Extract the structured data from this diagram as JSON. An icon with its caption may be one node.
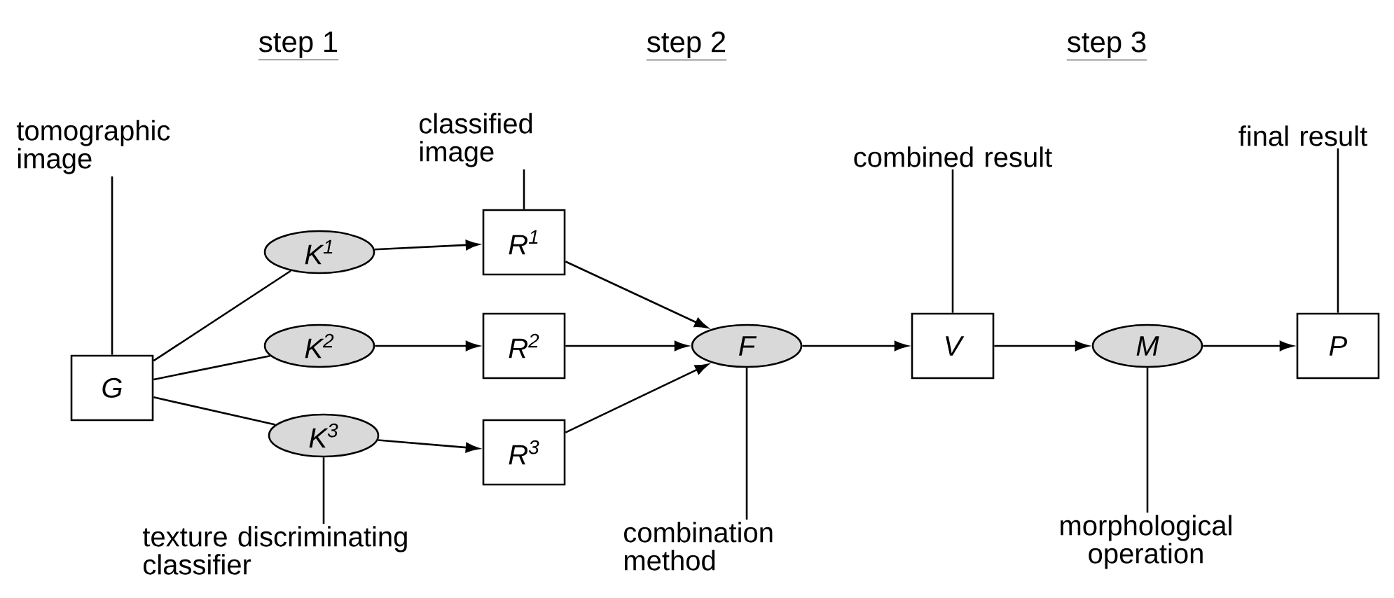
{
  "diagram": {
    "nodes": [
      {
        "text": [
          "G"
        ]
      },
      {
        "text": [
          "K$^{1}$"
        ]
      },
      {
        "text": [
          "K$^{2}$"
        ]
      },
      {
        "text": [
          "K$^{3}$"
        ]
      },
      {
        "text": [
          "R$^{1}$"
        ]
      },
      {
        "text": [
          "R$^{2}$"
        ]
      },
      {
        "text": [
          "R$^{3}$"
        ]
      },
      {
        "text": [
          "F"
        ]
      },
      {
        "text": [
          "V"
        ]
      },
      {
        "text": [
          "M"
        ]
      },
      {
        "text": [
          "P"
        ]
      },
      {
        "text": [
          "tomographic image"
        ]
      },
      {
        "text": [
          "classified image"
        ]
      },
      {
        "text": [
          "texture discriminating classifier"
        ]
      },
      {
        "text": [
          "combination method"
        ]
      },
      {
        "text": [
          "combined result"
        ]
      },
      {
        "text": [
          "morphological operation"
        ]
      },
      {
        "text": [
          "final result"
        ]
      }
    ],
    "edges": [
      {
        "from": 0,
        "to": 1,
        "arrow": "none"
      },
      {
        "from": 0,
        "to": 2,
        "arrow": "none"
      },
      {
        "from": 0,
        "to": 3,
        "arrow": "none"
      },
      {
        "from": 1,
        "to": 4,
        "arrow": "to"
      },
      {
        "from": 2,
        "to": 5,
        "arrow": "to"
      },
      {
        "from": 3,
        "to": 6,
        "arrow": "to"
      },
      {
        "from": 4,
        "to": 7,
        "arrow": "to"
      },
      {
        "from": 5,
        "to": 7,
        "arrow": "to"
      },
      {
        "from": 6,
        "to": 7,
        "arrow": "to"
      },
      {
        "from": 7,
        "to": 8,
        "arrow": "to"
      },
      {
        "from": 8,
        "to": 9,
        "arrow": "to"
      },
      {
        "from": 9,
        "to": 10,
        "arrow": "to"
      },
      {
        "from": 11,
        "to": 0,
        "arrow": "none"
      },
      {
        "from": 12,
        "to": 4,
        "arrow": "none"
      },
      {
        "from": 13,
        "to": 3,
        "arrow": "none"
      },
      {
        "from": 14,
        "to": 7,
        "arrow": "none"
      },
      {
        "from": 15,
        "to": 8,
        "arrow": "none"
      },
      {
        "from": 16,
        "to": 9,
        "arrow": "none"
      },
      {
        "from": 17,
        "to": 10,
        "arrow": "none"
      }
    ],
    "labels": [
      "step 1",
      "step 2",
      "step 3"
    ]
  }
}
